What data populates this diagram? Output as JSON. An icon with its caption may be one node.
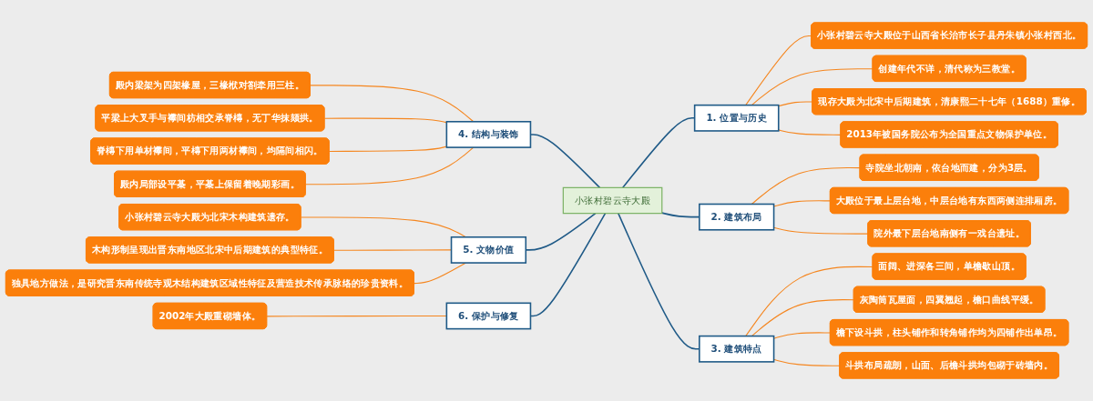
{
  "diagram": {
    "nodes": [
      {
        "text": [
          "小张村碧云寺大殿"
        ]
      },
      {
        "text": [
          "1. 位置与历史"
        ]
      },
      {
        "text": [
          "小张村碧云寺大殿位于山西省长治市长子县丹朱镇小张村西北。"
        ]
      },
      {
        "text": [
          "创建年代不详，清代称为三教堂。"
        ]
      },
      {
        "text": [
          "现存大殿为北宋中后期建筑，清康熙二十七年（1688）重修。"
        ]
      },
      {
        "text": [
          "2013年被国务院公布为全国重点文物保护单位。"
        ]
      },
      {
        "text": [
          "2. 建筑布局"
        ]
      },
      {
        "text": [
          "寺院坐北朝南，依台地而建，分为3层。"
        ]
      },
      {
        "text": [
          "大殿位于最上层台地，中层台地有东西两侧连排厢房。"
        ]
      },
      {
        "text": [
          "院外最下层台地南侧有一戏台遗址。"
        ]
      },
      {
        "text": [
          "3. 建筑特点"
        ]
      },
      {
        "text": [
          "面阔、进深各三间，单檐歇山顶。"
        ]
      },
      {
        "text": [
          "灰陶筒瓦屋面，四翼翘起，檐口曲线平缓。"
        ]
      },
      {
        "text": [
          "檐下设斗拱，柱头铺作和转角铺作均为四铺作出单昂。"
        ]
      },
      {
        "text": [
          "斗拱布局疏朗，山面、后檐斗拱均包砌于砖墙内。"
        ]
      },
      {
        "text": [
          "4. 结构与装饰"
        ]
      },
      {
        "text": [
          "殿内梁架为四架椽屋，三椽栿对劄牵用三柱。"
        ]
      },
      {
        "text": [
          "平梁上大叉手与襻间枋相交承脊槫，无丁华抹颏拱。"
        ]
      },
      {
        "text": [
          "脊槫下用单材襻间，平槫下用两材襻间，均隔间相闪。"
        ]
      },
      {
        "text": [
          "殿内局部设平棊，平棊上保留着晚期彩画。"
        ]
      },
      {
        "text": [
          "5. 文物价值"
        ]
      },
      {
        "text": [
          "小张村碧云寺大殿为北宋木构建筑遗存。"
        ]
      },
      {
        "text": [
          "木构形制呈现出晋东南地区北宋中后期建筑的典型特征。"
        ]
      },
      {
        "text": [
          "独具地方做法，是研究晋东南传统寺观木结构建筑区域性特征及营造技术传承脉络的珍贵资料。"
        ]
      },
      {
        "text": [
          "6. 保护与修复"
        ]
      },
      {
        "text": [
          "2002年大殿重砌墙体。"
        ]
      }
    ],
    "edges": [
      {
        "from": 0,
        "to": 1,
        "arrow": "none",
        "color": "#1f5a87"
      },
      {
        "from": 1,
        "to": 2,
        "arrow": "none"
      },
      {
        "from": 1,
        "to": 3,
        "arrow": "none"
      },
      {
        "from": 1,
        "to": 4,
        "arrow": "none"
      },
      {
        "from": 1,
        "to": 5,
        "arrow": "none"
      },
      {
        "from": 0,
        "to": 6,
        "arrow": "none",
        "color": "#1f5a87"
      },
      {
        "from": 6,
        "to": 7,
        "arrow": "none"
      },
      {
        "from": 6,
        "to": 8,
        "arrow": "none"
      },
      {
        "from": 6,
        "to": 9,
        "arrow": "none"
      },
      {
        "from": 0,
        "to": 10,
        "arrow": "none",
        "color": "#1f5a87"
      },
      {
        "from": 10,
        "to": 11,
        "arrow": "none"
      },
      {
        "from": 10,
        "to": 12,
        "arrow": "none"
      },
      {
        "from": 10,
        "to": 13,
        "arrow": "none"
      },
      {
        "from": 10,
        "to": 14,
        "arrow": "none"
      },
      {
        "from": 15,
        "to": 0,
        "arrow": "none",
        "color": "#1f5a87"
      },
      {
        "from": 16,
        "to": 15,
        "arrow": "none"
      },
      {
        "from": 17,
        "to": 15,
        "arrow": "none"
      },
      {
        "from": 18,
        "to": 15,
        "arrow": "none"
      },
      {
        "from": 19,
        "to": 15,
        "arrow": "none"
      },
      {
        "from": 20,
        "to": 0,
        "arrow": "none",
        "color": "#1f5a87"
      },
      {
        "from": 21,
        "to": 20,
        "arrow": "none"
      },
      {
        "from": 22,
        "to": 20,
        "arrow": "none"
      },
      {
        "from": 23,
        "to": 20,
        "arrow": "none"
      },
      {
        "from": 24,
        "to": 0,
        "arrow": "none",
        "color": "#1f5a87"
      },
      {
        "from": 25,
        "to": 24,
        "arrow": "none"
      }
    ]
  }
}
